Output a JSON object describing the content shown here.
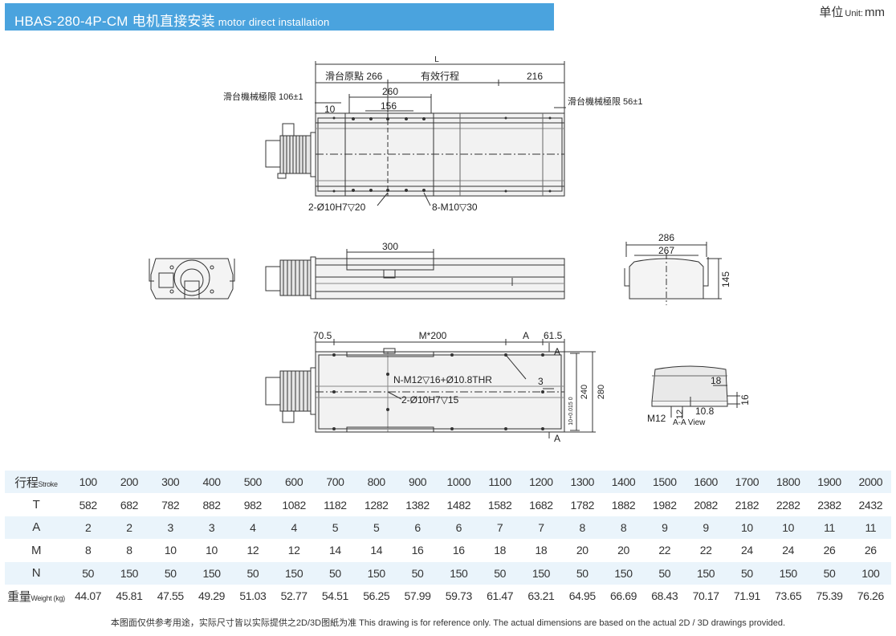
{
  "header": {
    "title": "HBAS-280-4P-CM 电机直接安装",
    "title_en": "motor direct installation"
  },
  "unit": {
    "label": "单位",
    "label_en": "Unit:",
    "value": "mm"
  },
  "drawing": {
    "top": {
      "L": "L",
      "origin": "滑台原點 266",
      "effective": "有效行程",
      "right216": "216",
      "d260": "260",
      "d156": "156",
      "limit_left": "滑台機械極限 106±1",
      "d10": "10",
      "limit_right": "滑台機械極限 56±1",
      "hole_label": "2-Ø10H7▽20",
      "screw_label": "8-M10▽30"
    },
    "side": {
      "d300": "300"
    },
    "end": {
      "d286": "286",
      "d267": "267",
      "d145": "145"
    },
    "bottom": {
      "d70_5": "70.5",
      "m200": "M*200",
      "a": "A",
      "d61_5": "61.5",
      "section_a": "A",
      "n_m12": "N-M12▽16+Ø10.8THR",
      "d3": "3",
      "hole2": "2-Ø10H7▽15",
      "d240": "240",
      "d280": "280",
      "tol": "10+0.015 0",
      "section_b": "A"
    },
    "section": {
      "d18": "18",
      "d16": "16",
      "m12": "M12",
      "d12": "12",
      "d10_8": "10.8",
      "view": "A-A View"
    }
  },
  "table": {
    "rows": [
      {
        "label": "行程",
        "label_en": "Stroke",
        "values": [
          "100",
          "200",
          "300",
          "400",
          "500",
          "600",
          "700",
          "800",
          "900",
          "1000",
          "1100",
          "1200",
          "1300",
          "1400",
          "1500",
          "1600",
          "1700",
          "1800",
          "1900",
          "2000"
        ]
      },
      {
        "label": "T",
        "label_en": "",
        "values": [
          "582",
          "682",
          "782",
          "882",
          "982",
          "1082",
          "1182",
          "1282",
          "1382",
          "1482",
          "1582",
          "1682",
          "1782",
          "1882",
          "1982",
          "2082",
          "2182",
          "2282",
          "2382",
          "2432"
        ]
      },
      {
        "label": "A",
        "label_en": "",
        "values": [
          "2",
          "2",
          "3",
          "3",
          "4",
          "4",
          "5",
          "5",
          "6",
          "6",
          "7",
          "7",
          "8",
          "8",
          "9",
          "9",
          "10",
          "10",
          "11",
          "11"
        ]
      },
      {
        "label": "M",
        "label_en": "",
        "values": [
          "8",
          "8",
          "10",
          "10",
          "12",
          "12",
          "14",
          "14",
          "16",
          "16",
          "18",
          "18",
          "20",
          "20",
          "22",
          "22",
          "24",
          "24",
          "26",
          "26"
        ]
      },
      {
        "label": "N",
        "label_en": "",
        "values": [
          "50",
          "150",
          "50",
          "150",
          "50",
          "150",
          "50",
          "150",
          "50",
          "150",
          "50",
          "150",
          "50",
          "150",
          "50",
          "150",
          "50",
          "150",
          "50",
          "100"
        ]
      },
      {
        "label": "重量",
        "label_en": "Weight (kg)",
        "values": [
          "44.07",
          "45.81",
          "47.55",
          "49.29",
          "51.03",
          "52.77",
          "54.51",
          "56.25",
          "57.99",
          "59.73",
          "61.47",
          "63.21",
          "64.95",
          "66.69",
          "68.43",
          "70.17",
          "71.91",
          "73.65",
          "75.39",
          "76.26"
        ]
      }
    ]
  },
  "footnote": "本图面仅供参考用途，实际尺寸皆以实际提供之2D/3D图紙为准 This drawing is for reference only. The actual dimensions are based on the actual 2D / 3D drawings provided.",
  "colors": {
    "header": "#4aa3de",
    "row_shade": "#eaf4fb",
    "line": "#333333"
  }
}
